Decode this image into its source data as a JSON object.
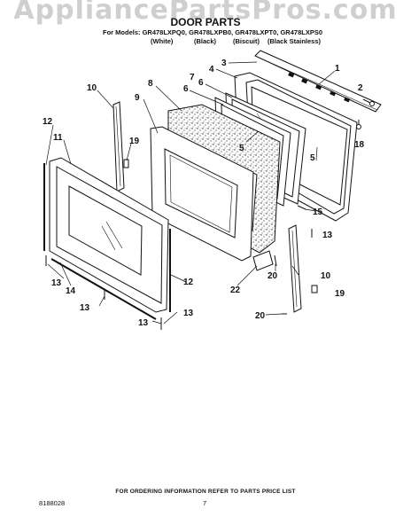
{
  "watermark": "AppliancePartsPros.com",
  "header": {
    "title": "DOOR PARTS",
    "models_line": "For Models: GR478LXPQ0, GR478LXPB0, GR478LXPT0, GR478LXPS0",
    "variants": [
      "(White)",
      "(Black)",
      "(Biscuit)",
      "(Black Stainless)"
    ]
  },
  "callouts": {
    "c1": "1",
    "c2": "2",
    "c3": "3",
    "c4": "4",
    "c5a": "5",
    "c5b": "5",
    "c6a": "6",
    "c6b": "6",
    "c7": "7",
    "c8": "8",
    "c9": "9",
    "c10a": "10",
    "c10b": "10",
    "c11": "11",
    "c12a": "12",
    "c12b": "12",
    "c13a": "13",
    "c13b": "13",
    "c13c": "13",
    "c13d": "13",
    "c13e": "13",
    "c14": "14",
    "c15": "15",
    "c18": "18",
    "c19a": "19",
    "c19b": "19",
    "c20a": "20",
    "c20b": "20",
    "c22": "22"
  },
  "footer": {
    "note": "FOR ORDERING INFORMATION REFER TO PARTS PRICE LIST",
    "part_number": "8188028",
    "page_number": "7"
  }
}
